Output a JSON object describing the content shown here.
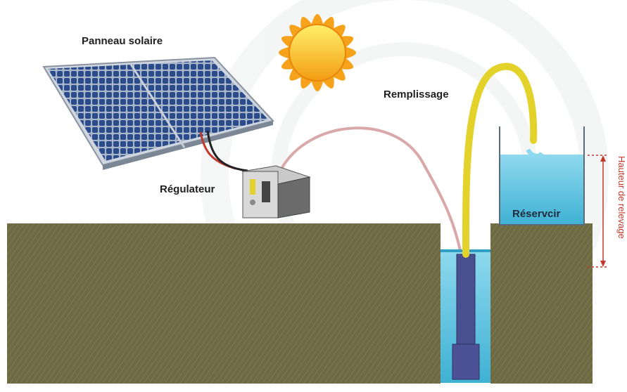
{
  "labels": {
    "solar_panel": "Panneau solaire",
    "filling": "Remplissage",
    "regulator": "Régulateur",
    "reservoir": "Réservcir",
    "lift_height": "Hauteur de relevage"
  },
  "colors": {
    "ground": "#6e6a44",
    "water": "#5bc2dd",
    "pipe": "#e3d22a",
    "sun": "#f6a21a",
    "panel": "#2d4e8a",
    "height_marker": "#c0392b"
  }
}
